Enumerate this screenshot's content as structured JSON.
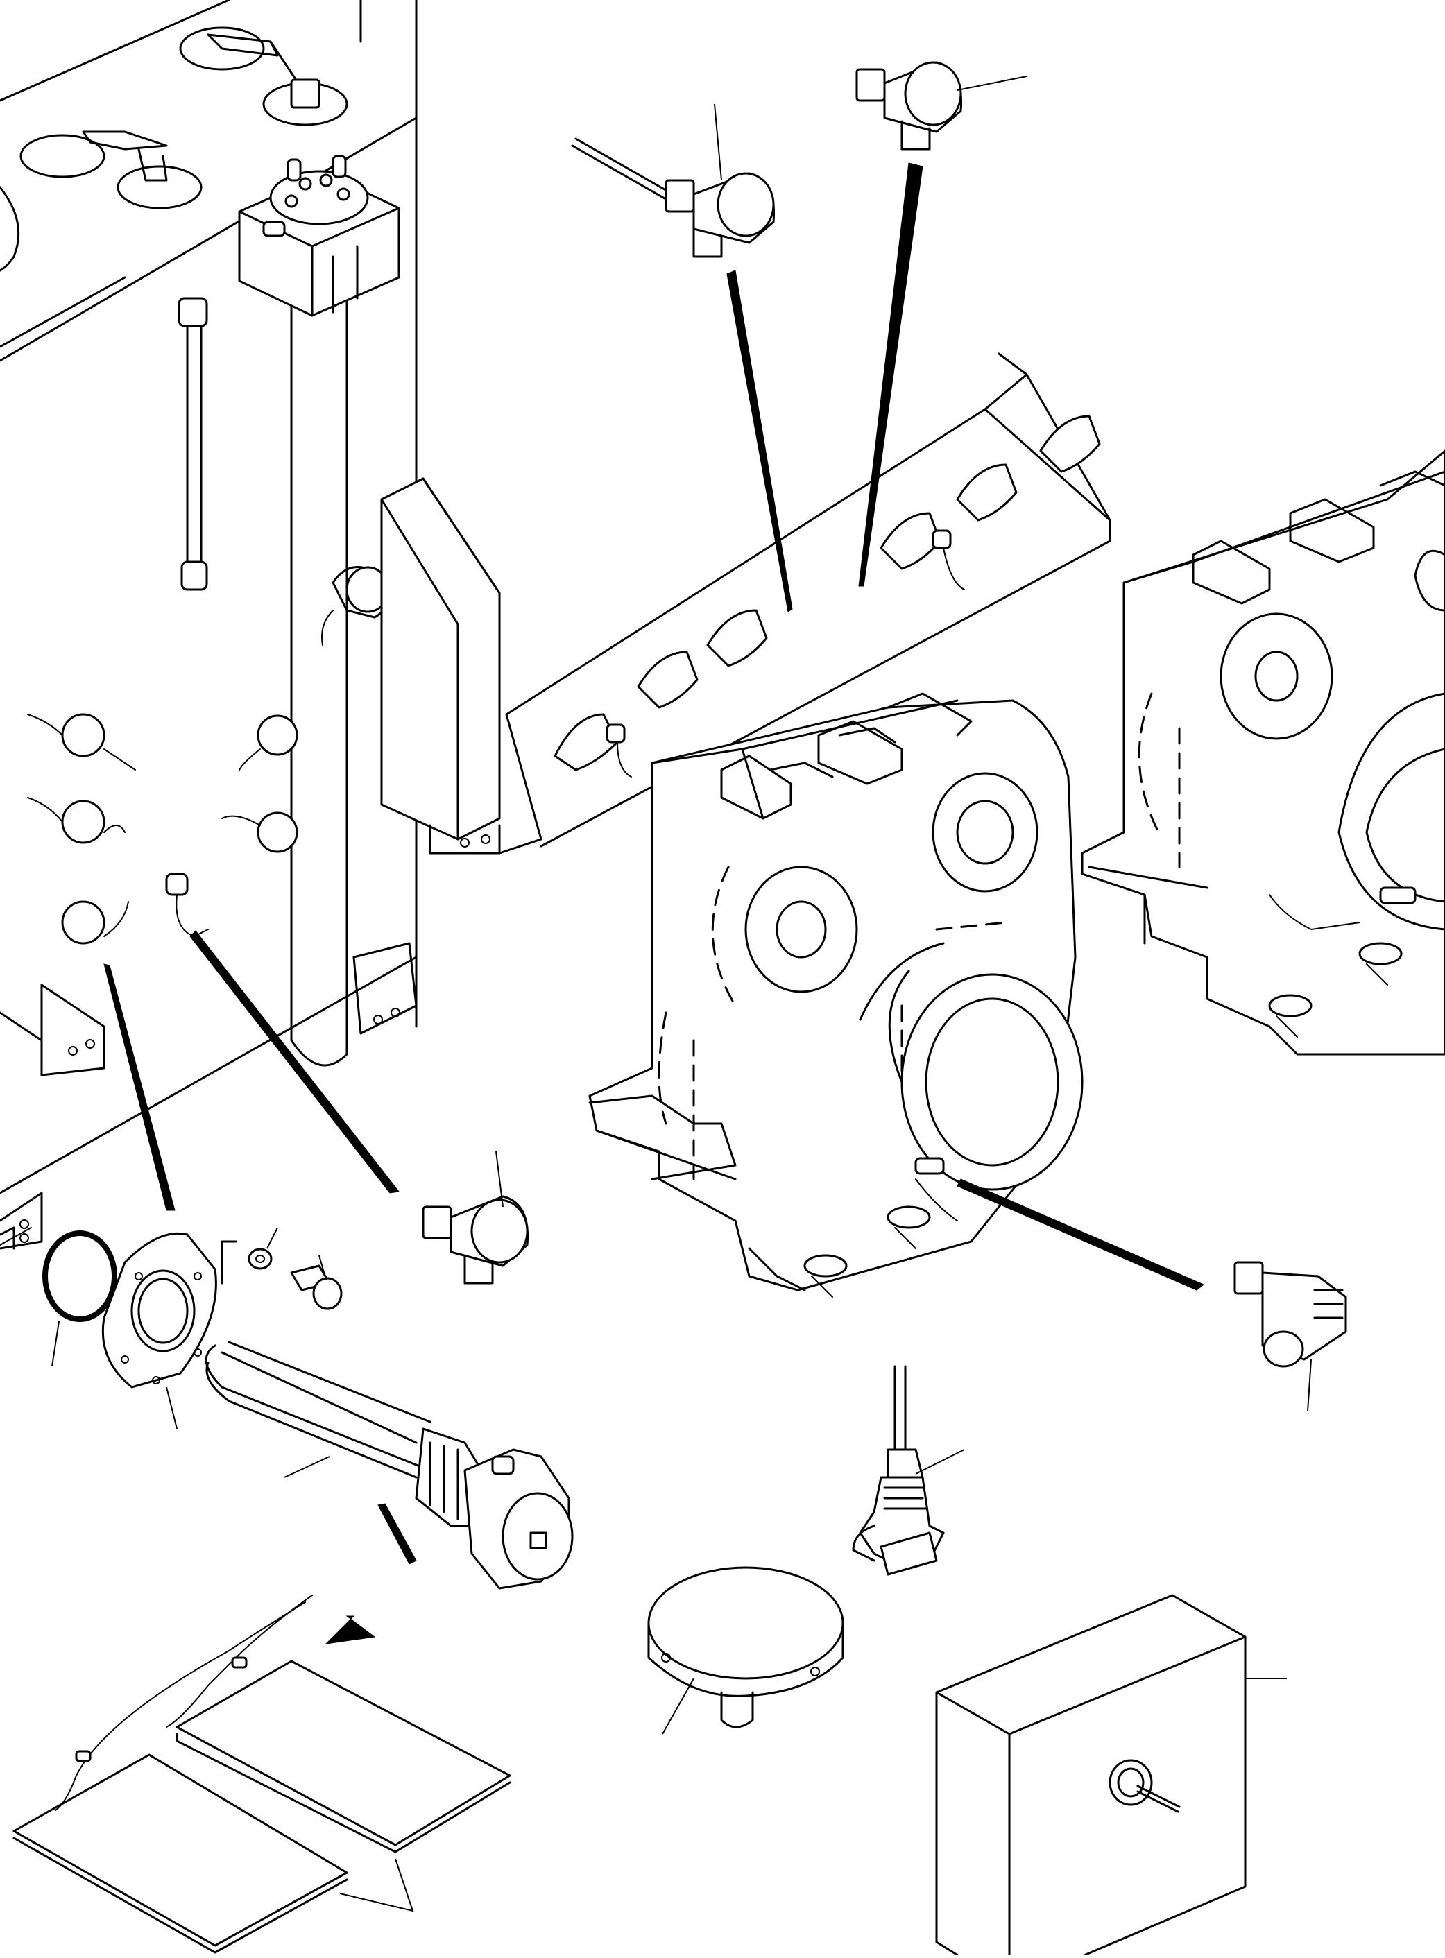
{
  "figure": {
    "domain": "Diagram",
    "kind": "exploded parts illustration",
    "text_labels": [],
    "colors": {
      "line": "#000000",
      "background": "#ffffff"
    },
    "parts_shown": [
      "engine-block",
      "oil-pan-heater-sensors",
      "cable-duct",
      "transmission-housing-front",
      "transmission-housing-rear",
      "sensor-fitting-top-left",
      "sensor-fitting-top-right",
      "sensor-fitting-mid",
      "elbow-fitting-right",
      "o-ring",
      "flange-plate",
      "lock-washer",
      "bolt",
      "immersion-heater",
      "temperature-probe",
      "round-cover",
      "heater-pads",
      "control-box"
    ]
  }
}
